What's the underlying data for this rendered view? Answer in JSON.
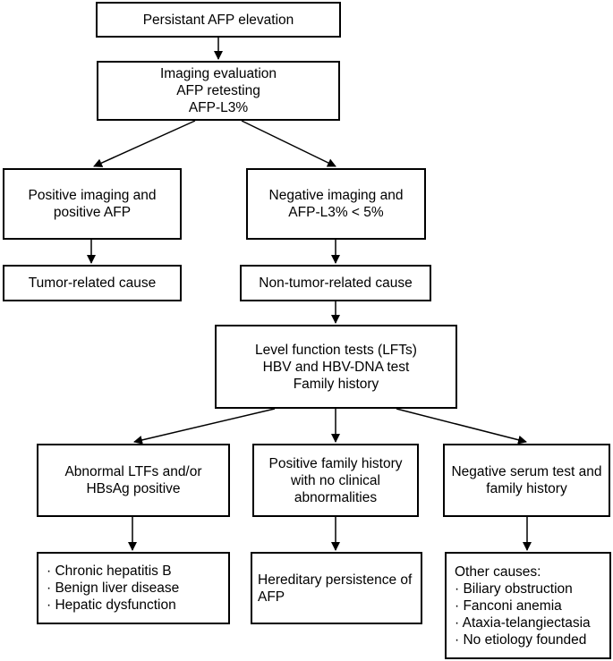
{
  "nodes": {
    "start": [
      "Persistant AFP elevation"
    ],
    "eval": [
      "Imaging evaluation",
      "AFP retesting",
      "AFP-L3%"
    ],
    "pos": [
      "Positive imaging and",
      "positive AFP"
    ],
    "neg": [
      "Negative imaging and",
      "AFP-L3% < 5%"
    ],
    "tumor": [
      "Tumor-related cause"
    ],
    "nontumor": [
      "Non-tumor-related cause"
    ],
    "lft": [
      "Level function tests (LFTs)",
      "HBV and HBV-DNA test",
      "Family history"
    ],
    "abn": [
      "Abnormal LTFs and/or",
      "HBsAg positive"
    ],
    "fam": [
      "Positive family history",
      "with no clinical",
      "abnormalities"
    ],
    "negserum": [
      "Negative serum test and",
      "family history"
    ],
    "chronic": [
      "· Chronic hepatitis B",
      "· Benign liver disease",
      "· Hepatic dysfunction"
    ],
    "hered": [
      "Hereditary persistence of",
      "AFP"
    ],
    "other": [
      "Other causes:",
      "· Biliary obstruction",
      "· Fanconi anemia",
      "· Ataxia-telangiectasia",
      "· No etiology founded"
    ]
  }
}
